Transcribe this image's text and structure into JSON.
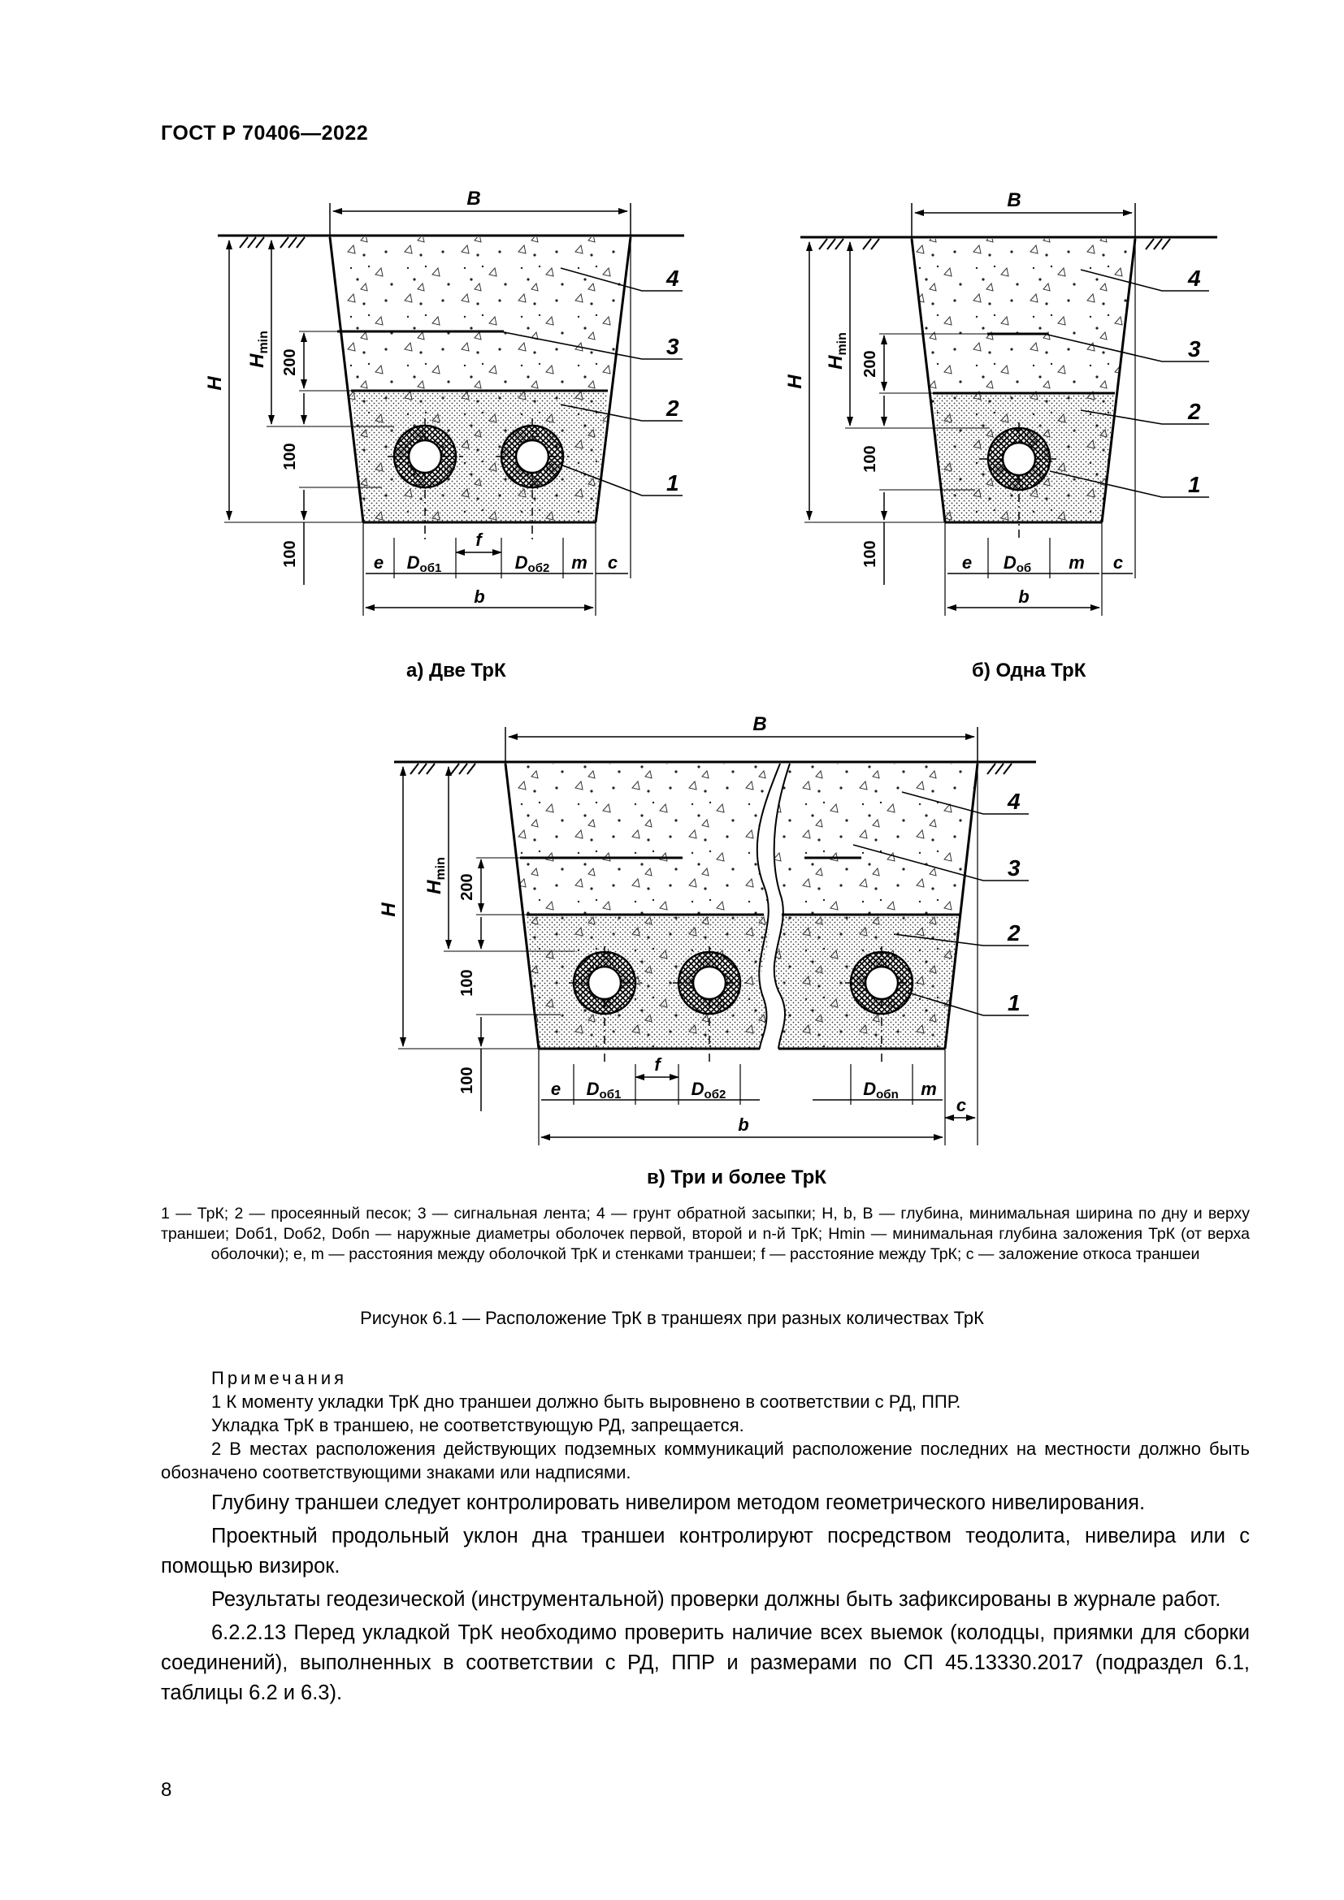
{
  "header": {
    "doc_id": "ГОСТ Р 70406—2022"
  },
  "figure_a": {
    "caption": "а) Две ТрК",
    "dims": {
      "B": "B",
      "H": "H",
      "Hmin": "H",
      "Hmin_sub": "min",
      "d200": "200",
      "d100a": "100",
      "d100b": "100",
      "e": "e",
      "D1": "D",
      "D1_sub": "об1",
      "f": "f",
      "D2": "D",
      "D2_sub": "об2",
      "m": "m",
      "c": "c",
      "b": "b"
    },
    "callouts": [
      "4",
      "3",
      "2",
      "1"
    ]
  },
  "figure_b": {
    "caption": "б) Одна ТрК",
    "dims": {
      "B": "B",
      "H": "H",
      "Hmin": "H",
      "Hmin_sub": "min",
      "d200": "200",
      "d100a": "100",
      "d100b": "100",
      "e": "e",
      "D": "D",
      "D_sub": "об",
      "m": "m",
      "c": "c",
      "b": "b"
    },
    "callouts": [
      "4",
      "3",
      "2",
      "1"
    ]
  },
  "figure_c": {
    "caption": "в) Три и более ТрК",
    "dims": {
      "B": "B",
      "H": "H",
      "Hmin": "H",
      "Hmin_sub": "min",
      "d200": "200",
      "d100a": "100",
      "d100b": "100",
      "e": "e",
      "D1": "D",
      "D1_sub": "об1",
      "f": "f",
      "D2": "D",
      "D2_sub": "об2",
      "Dn": "D",
      "Dn_sub": "обn",
      "m": "m",
      "c": "c",
      "b": "b"
    },
    "callouts": [
      "4",
      "3",
      "2",
      "1"
    ]
  },
  "legend": "1 — ТрК; 2 — просеянный песок; 3 — сигнальная лента; 4 — грунт обратной засыпки; H, b, B — глубина, минимальная ширина по дну и верху траншеи; Dоб1, Dоб2, Dобn — наружные диаметры оболочек первой, второй и n-й ТрК; Hmin — минимальная глубина заложения ТрК (от верха оболочки); e, m — расстояния между оболочкой ТрК и стенками траншеи; f — расстояние между ТрК; c — заложение откоса траншеи",
  "figure_title": "Рисунок 6.1 — Расположение ТрК в траншеях при разных количествах ТрК",
  "notes": {
    "title": "Примечания",
    "lines": [
      "1 К моменту укладки ТрК дно траншеи должно быть выровнено в соответствии с РД, ППР.",
      "Укладка ТрК в траншею, не соответствующую РД, запрещается.",
      "2 В местах расположения действующих подземных коммуникаций расположение последних на местности должно быть обозначено соответствующими знаками или надписями."
    ]
  },
  "paragraphs": [
    "Глубину траншеи следует контролировать нивелиром методом геометрического нивелирования.",
    "Проектный продольный уклон дна траншеи контролируют посредством теодолита, нивелира или с помощью визирок.",
    "Результаты геодезической (инструментальной) проверки должны быть зафиксированы в журнале работ.",
    "6.2.2.13 Перед укладкой ТрК необходимо проверить наличие всех выемок (колодцы, приямки для сборки соединений), выполненных в соответствии с РД, ППР и размерами по СП 45.13330.2017 (подраздел 6.1, таблицы 6.2 и 6.3)."
  ],
  "page_number": "8"
}
